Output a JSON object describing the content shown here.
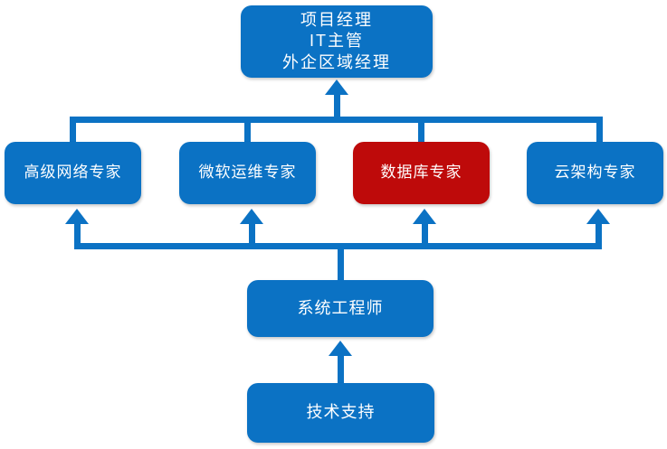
{
  "diagram": {
    "title_text_top": "项目经理\nIT主管\n外企区域经理",
    "colors": {
      "primary_blue": "#0B72C4",
      "highlight_red": "#BE0A0A",
      "node_text": "#FFFFFF",
      "background": "#FFFFFF"
    },
    "levels": [
      {
        "level": 1,
        "nodes": [
          {
            "id": "top",
            "label": "项目经理\nIT主管\n外企区域经理",
            "color": "#0B72C4",
            "highlighted": false
          }
        ]
      },
      {
        "level": 2,
        "nodes": [
          {
            "id": "net",
            "label": "高级网络专家",
            "color": "#0B72C4",
            "highlighted": false
          },
          {
            "id": "ms",
            "label": "微软运维专家",
            "color": "#0B72C4",
            "highlighted": false
          },
          {
            "id": "db",
            "label": "数据库专家",
            "color": "#BE0A0A",
            "highlighted": true
          },
          {
            "id": "cloud",
            "label": "云架构专家",
            "color": "#0B72C4",
            "highlighted": false
          }
        ]
      },
      {
        "level": 3,
        "nodes": [
          {
            "id": "sysengineer",
            "label": "系统工程师",
            "color": "#0B72C4",
            "highlighted": false
          }
        ]
      },
      {
        "level": 4,
        "nodes": [
          {
            "id": "support",
            "label": "技术支持",
            "color": "#0B72C4",
            "highlighted": false
          }
        ]
      }
    ],
    "connectors": [
      {
        "from": "level-2-bus",
        "to": "top",
        "style": "arrow-up"
      },
      {
        "from": "level-2-bus",
        "to": "net",
        "style": "line-down"
      },
      {
        "from": "level-2-bus",
        "to": "ms",
        "style": "line-down"
      },
      {
        "from": "level-2-bus",
        "to": "db",
        "style": "line-down"
      },
      {
        "from": "level-2-bus",
        "to": "cloud",
        "style": "line-down"
      },
      {
        "from": "level-3-bus",
        "to": "net",
        "style": "arrow-up"
      },
      {
        "from": "level-3-bus",
        "to": "ms",
        "style": "arrow-up"
      },
      {
        "from": "level-3-bus",
        "to": "db",
        "style": "arrow-up"
      },
      {
        "from": "level-3-bus",
        "to": "cloud",
        "style": "arrow-up"
      },
      {
        "from": "sysengineer",
        "to": "level-3-bus",
        "style": "line-up"
      },
      {
        "from": "support",
        "to": "sysengineer",
        "style": "arrow-up"
      }
    ]
  }
}
